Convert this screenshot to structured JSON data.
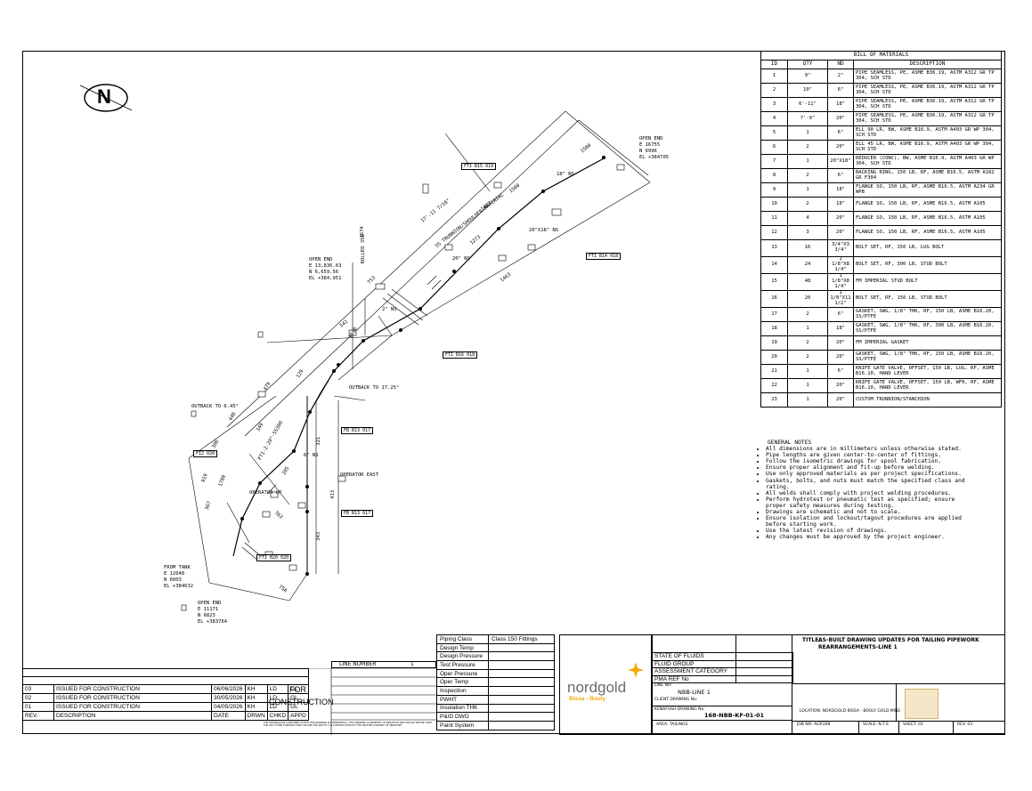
{
  "north": {
    "label": "N"
  },
  "bom": {
    "title": "BILL OF MATERIALS",
    "headers": [
      "ID",
      "QTY",
      "ND",
      "DESCRIPTION"
    ],
    "rows": [
      [
        "1",
        "9\"",
        "2\"",
        "PIPE SEAMLESS, PE, ASME B36.19, ASTM A312 GR TP 304, SCH STD"
      ],
      [
        "2",
        "10\"",
        "6\"",
        "PIPE SEAMLESS, PE, ASME B36.19, ASTM A312 GR TP 304, SCH STD"
      ],
      [
        "3",
        "6'-11\"",
        "18\"",
        "PIPE SEAMLESS, PE, ASME B36.19, ASTM A312 GR TP 304, SCH STD"
      ],
      [
        "4",
        "7'-9\"",
        "20\"",
        "PIPE SEAMLESS, PE, ASME B36.19, ASTM A312 GR TP 304, SCH STD"
      ],
      [
        "5",
        "1",
        "6\"",
        "ELL 90 LR, BW, ASME B16.9, ASTM A403 GR WP 304, SCH STD"
      ],
      [
        "6",
        "2",
        "20\"",
        "ELL 45 LR, BW, ASME B16.9, ASTM A403 GR WP 304, SCH STD"
      ],
      [
        "7",
        "1",
        "20\"X18\"",
        "REDUCER (CONC), BW, ASME B16.9, ASTM A403 GR WP 304, SCH STD"
      ],
      [
        "8",
        "2",
        "6\"",
        "BACKING RING, 150 LB, RF, ASME B16.5, ASTM A182 GR F304"
      ],
      [
        "9",
        "1",
        "18\"",
        "FLANGE SO, 150 LB, RF, ASME B16.5, ASTM A234 GR WPB"
      ],
      [
        "10",
        "2",
        "18\"",
        "FLANGE SO, 150 LB, RF, ASME B16.5, ASTM A105"
      ],
      [
        "11",
        "4",
        "20\"",
        "FLANGE SO, 150 LB, RF, ASME B16.5, ASTM A105"
      ],
      [
        "12",
        "3",
        "20\"",
        "FLANGE SO, 150 LB, RF, ASME B16.5, ASTM A105"
      ],
      [
        "13",
        "16",
        "3/4\"X3 3/4\"",
        "BOLT SET, RF, 150 LB, LUG BOLT"
      ],
      [
        "14",
        "24",
        "1 1/8\"X8 1/4\"",
        "BOLT SET, RF, 300 LB, STUD BOLT"
      ],
      [
        "15",
        "48",
        "1 1/8\"X8 1/4\"",
        "FM IMPERIAL STUD BOLT"
      ],
      [
        "16",
        "20",
        "1 1/8\"X11 1/2\"",
        "BOLT SET, RF, 150 LB, STUD BOLT"
      ],
      [
        "17",
        "2",
        "6\"",
        "GASKET, SWG, 1/8\" THK, RF, 150 LB, ASME B16.20, SS/PTFE"
      ],
      [
        "18",
        "1",
        "18\"",
        "GASKET, SWG, 1/8\" THK, RF, 300 LB, ASME B16.20, SS/PTFE"
      ],
      [
        "19",
        "2",
        "20\"",
        "FM IMPERIAL GASKET"
      ],
      [
        "20",
        "2",
        "20\"",
        "GASKET, SWG, 1/8\" THK, RF, 150 LB, ASME B16.20, SS/PTFE"
      ],
      [
        "21",
        "1",
        "6\"",
        "KNIFE GATE VALVE, OFFSET, 150 LB, LUG, RF, ASME B16.10, HAND LEVER"
      ],
      [
        "22",
        "1",
        "20\"",
        "KNIFE GATE VALVE, OFFSET, 150 LB, WFR, RF, ASME B16.10, HAND LEVER"
      ],
      [
        "23",
        "1",
        "20\"",
        "CUSTOM TRUNNION/STANCHION"
      ]
    ]
  },
  "notes": {
    "title": "GENERAL NOTES",
    "items": [
      "All dimensions are in millimeters unless otherwise stated.",
      "Pipe lengths are given center-to-center of fittings.",
      "Follow the isometric drawings for spool fabrication.",
      "Ensure proper alignment and fit-up before welding.",
      "Use only approved materials as per project specifications.",
      "Gaskets, bolts, and nuts must match the specified class and rating.",
      "All welds shall comply with project welding procedures.",
      "Perform hydrotest or pneumatic test as specified; ensure proper safety measures during testing.",
      "Drawings are schematic and not to scale.",
      "Ensure isolation and lockout/tagout procedures are applied before starting work.",
      "Use the latest revision of drawings.",
      "Any changes must be approved by the project engineer."
    ]
  },
  "iso": {
    "open_end_top": {
      "title": "OPEN END",
      "e": "E 16755",
      "n": "N 6996",
      "el": "EL +384705"
    },
    "open_end_mid": {
      "title": "OPEN END",
      "e": "E 13,836.63",
      "n": "N 6,659.56",
      "el": "EL +384,951"
    },
    "from_tank": {
      "title": "FROM TANK",
      "e": "E 12048",
      "n": "N 6003",
      "el": "EL +384632"
    },
    "open_end_bottom": {
      "title": "OPEN END",
      "e": "E 11171",
      "n": "N 6823",
      "el": "EL +383764"
    },
    "labels": {
      "dim_17_11": "17'-11 7/16\"",
      "dim_1500a": "1500",
      "dim_1500b": "1500",
      "dim_1402": "1402",
      "dim_1273": "1273",
      "dim_1463": "1463",
      "dim_541": "541",
      "dim_479": "479",
      "dim_129": "129",
      "dim_448": "448",
      "dim_349": "349",
      "dim_300": "300",
      "dim_919": "919",
      "dim_1780": "1780",
      "dim_367": "367",
      "dim_321": "321",
      "dim_413": "413",
      "dim_343": "343",
      "dim_763": "763",
      "dim_1090": "1090",
      "dim_205": "205",
      "dim_1574": "1574",
      "dim_753": "753",
      "dim_75a": "75A",
      "ss": "SS TRUNNION/SHOULDER MATERIAL",
      "ns18": "18\" NS",
      "ns20x18": "20\"X18\" NS",
      "ns20": "20\" NS",
      "ns2": "2\" NS",
      "ns6": "6\" NS",
      "rolled": "ROLLED 350",
      "fti": "FTI-2-20\"-55300",
      "outback_645": "OUTBACK TO 6.45°",
      "outback_1725": "OUTBACK TO 17.25°",
      "operator_up": "OPERATOR UP",
      "operator_east": "OPERATOR EAST",
      "tag_b15": "FTI B15 019",
      "tag_b14": "FTI B14 018",
      "tag_b16": "FTI B16 018",
      "tag_b13": "FB B13 017",
      "tag_b12": "FB B13 017",
      "tag_b20": "FTI B20 020",
      "tag_b22": "FI2 020"
    }
  },
  "piping": {
    "rows": [
      [
        "Piping Class",
        "Class 150 Fittings"
      ],
      [
        "Design Temp",
        ""
      ],
      [
        "Design Pressure",
        ""
      ],
      [
        "Test Pressure",
        ""
      ],
      [
        "Oper Pressure",
        ""
      ],
      [
        "Oper Temp",
        ""
      ],
      [
        "Inspection",
        ""
      ],
      [
        "PWHT",
        ""
      ],
      [
        "Insulation THK",
        ""
      ],
      [
        "P&ID DWG",
        ""
      ],
      [
        "Paint System",
        ""
      ]
    ]
  },
  "revisions": {
    "header": [
      "REV.",
      "DESCRIPTION",
      "DATE",
      "DRWN",
      "CHKD",
      "APPD"
    ],
    "rows": [
      [
        "03",
        "ISSUED FOR CONSTRUCTION",
        "06/06/2026",
        "KH",
        "LD",
        "GL"
      ],
      [
        "02",
        "ISSUED FOR CONSTRUCTION",
        "30/05/2026",
        "KH",
        "LD",
        "GL"
      ],
      [
        "01",
        "ISSUED FOR CONSTRUCTION",
        "04/05/2026",
        "KH",
        "LD",
        "GL"
      ]
    ]
  },
  "for_construction": {
    "line1": "FOR",
    "line2": "CONSTRUCTION"
  },
  "line_number": {
    "label": "LINE NUMBER",
    "value": "1"
  },
  "fluids": {
    "rows": [
      "STATE OF FLUIDS",
      "FLUID GROUP",
      "ASSESSMENT CATEGORY",
      "PMA REF No"
    ]
  },
  "brand": {
    "name": "nordgold",
    "sub": "Bissa - Bouly",
    "accent": "#f2a900",
    "name_color": "#6b6b6b"
  },
  "title_block": {
    "title_label": "TITLE:",
    "title_line1": "AS-BUILT DRAWING UPDATES FOR TAILING PIPEWORK",
    "title_line2": "REARRANGEMENTS-LINE 1",
    "line_no_label": "LINE NO:",
    "line_no_value": "NBB-LINE 1",
    "client_dwg_label": "CLIENT DRAWING No:",
    "kenafush_label": "KENAFUSH DRAWING No:",
    "kenafush_value": "168-NBB-KF-01-01",
    "area": "AREA: TAILINGS",
    "location": "LOCATION: NORDGOLD BISSA - BOULY GOLD MINE",
    "job_no": "JOB NO:  AGR168",
    "scale": "SCALE: N.T.S",
    "sheet": "SHEET:  01",
    "rev": "REV.  03"
  },
  "disclaimer": "THE INFORMATION CONTAINED WITHIN THIS DRAWING IS CONFIDENTIAL. THIS DRAWING IS PROPERTY OF KENAFUSH AND SHOULD NOT BE USED FOR ANY OTHER PURPOSE THAN THE ONE FOR WHICH IT IS SUPPLIED WITHOUT THE WRITTEN CONSENT OF KENAFUSH."
}
